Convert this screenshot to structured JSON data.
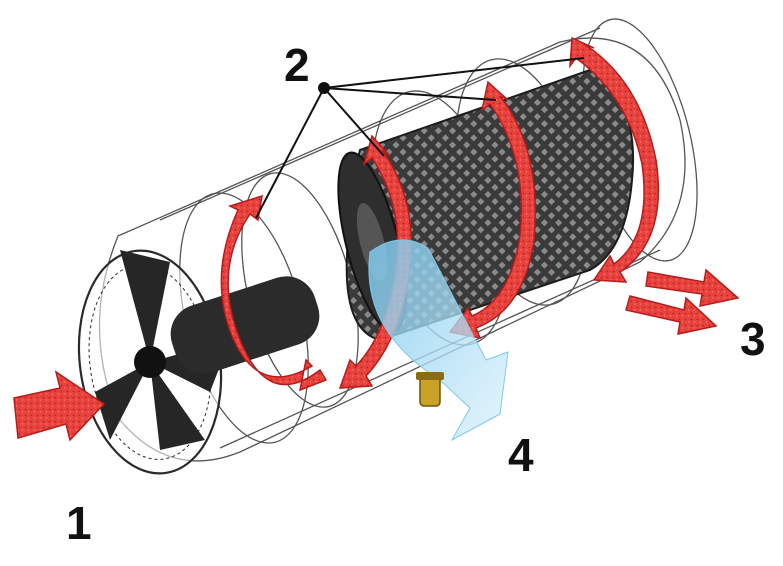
{
  "labels": {
    "inlet": "1",
    "spiral": "2",
    "outlet": "3",
    "discharge": "4"
  },
  "colors": {
    "background": "#ffffff",
    "airflow_arrow": "#e8423e",
    "airflow_arrow_dark": "#b71c1c",
    "discharge_arrow": "#a6dcf3",
    "housing_line": "#555555",
    "filter_dark": "#2e2e2e",
    "label": "#111111"
  },
  "icons": {
    "fan": "fan-icon",
    "filter": "filter-cartridge-icon",
    "leader_dot": "leader-dot-icon"
  }
}
